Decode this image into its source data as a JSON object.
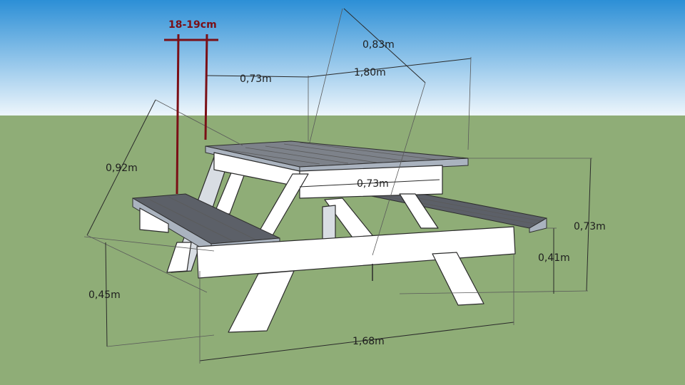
{
  "diagram": {
    "colors": {
      "sky_top": "#2c8fd6",
      "sky_bottom": "#e9f3fb",
      "ground": "#8fad77",
      "table_top": "#7d828a",
      "frame": "#ffffff",
      "marker": "#7a0f16"
    },
    "labels": {
      "slat_gap": "18-19cm",
      "top_left_offset": "0,73m",
      "top_width": "0,83m",
      "top_length": "1,80m",
      "bench_diagonal": "0,92m",
      "frame_spacing": "0,73m",
      "table_height": "0,73m",
      "bench_height": "0,41m",
      "bench_depth": "0,45m",
      "base_length": "1,68m"
    }
  }
}
